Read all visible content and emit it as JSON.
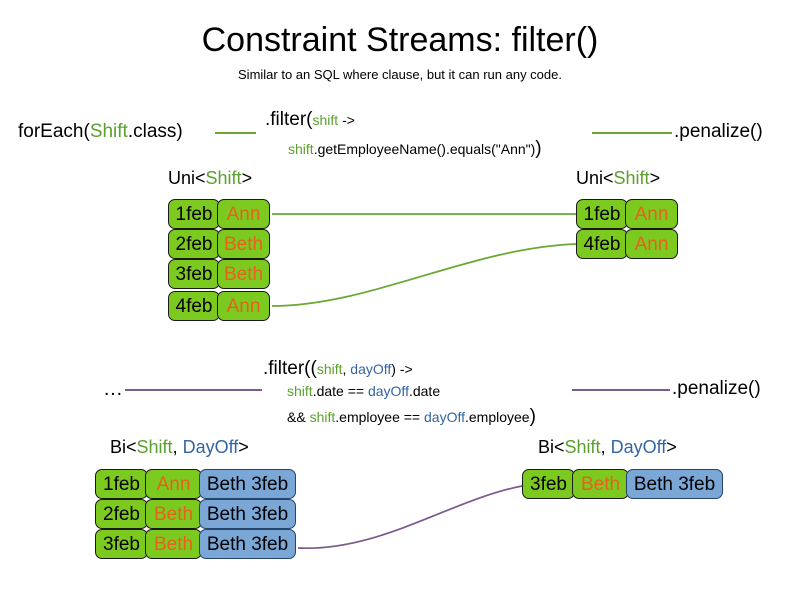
{
  "slide": {
    "title": "Constraint Streams: filter()",
    "subtitle": "Similar to an SQL where clause, but it can run any code."
  },
  "colors": {
    "shift_token": "#5aa02c",
    "dayoff_token": "#3465a4",
    "green_fill": "#7cca20",
    "blue_fill": "#7ba7d7",
    "employee_text": "#e8601c",
    "green_wire": "#6aa832",
    "purple_wire": "#7b5a8c"
  },
  "uni_flow": {
    "source_label": {
      "prefix": "forEach(",
      "type": "Shift",
      "suffix": ".class)"
    },
    "filter_code": {
      "line1_prefix": ".filter(",
      "line1_param": "shift",
      "line1_suffix": " ->",
      "line2_param": "shift",
      "line2_suffix": ".getEmployeeName().equals(\"Ann\")",
      "line2_close": ")"
    },
    "penalize_label": ".penalize()",
    "input": {
      "type_label_prefix": "Uni<",
      "type_label_generic": "Shift",
      "type_label_suffix": ">",
      "tuples": [
        {
          "date": "1feb",
          "employee": "Ann"
        },
        {
          "date": "2feb",
          "employee": "Beth"
        },
        {
          "date": "3feb",
          "employee": "Beth"
        },
        {
          "date": "4feb",
          "employee": "Ann"
        }
      ]
    },
    "output": {
      "type_label_prefix": "Uni<",
      "type_label_generic": "Shift",
      "type_label_suffix": ">",
      "tuples": [
        {
          "date": "1feb",
          "employee": "Ann"
        },
        {
          "date": "4feb",
          "employee": "Ann"
        }
      ]
    }
  },
  "bi_flow": {
    "source_label": "…",
    "filter_code": {
      "line1_prefix": ".filter((",
      "line1_param_a": "shift",
      "line1_comma": ", ",
      "line1_param_b": "dayOff",
      "line1_suffix": ") ->",
      "line2_a": "shift",
      "line2_mid": ".date == ",
      "line2_b": "dayOff",
      "line2_end": ".date",
      "line3_prefix": "&& ",
      "line3_a": "shift",
      "line3_mid": ".employee == ",
      "line3_b": "dayOff",
      "line3_end": ".employee",
      "line3_close": ")"
    },
    "penalize_label": ".penalize()",
    "input": {
      "type_label_prefix": "Bi<",
      "type_label_a": "Shift",
      "type_label_comma": ", ",
      "type_label_b": "DayOff",
      "type_label_suffix": ">",
      "tuples": [
        {
          "date": "1feb",
          "employee": "Ann",
          "dayoff": "Beth 3feb"
        },
        {
          "date": "2feb",
          "employee": "Beth",
          "dayoff": "Beth 3feb"
        },
        {
          "date": "3feb",
          "employee": "Beth",
          "dayoff": "Beth 3feb"
        }
      ]
    },
    "output": {
      "type_label_prefix": "Bi<",
      "type_label_a": "Shift",
      "type_label_comma": ", ",
      "type_label_b": "DayOff",
      "type_label_suffix": ">",
      "tuples": [
        {
          "date": "3feb",
          "employee": "Beth",
          "dayoff": "Beth 3feb"
        }
      ]
    }
  }
}
